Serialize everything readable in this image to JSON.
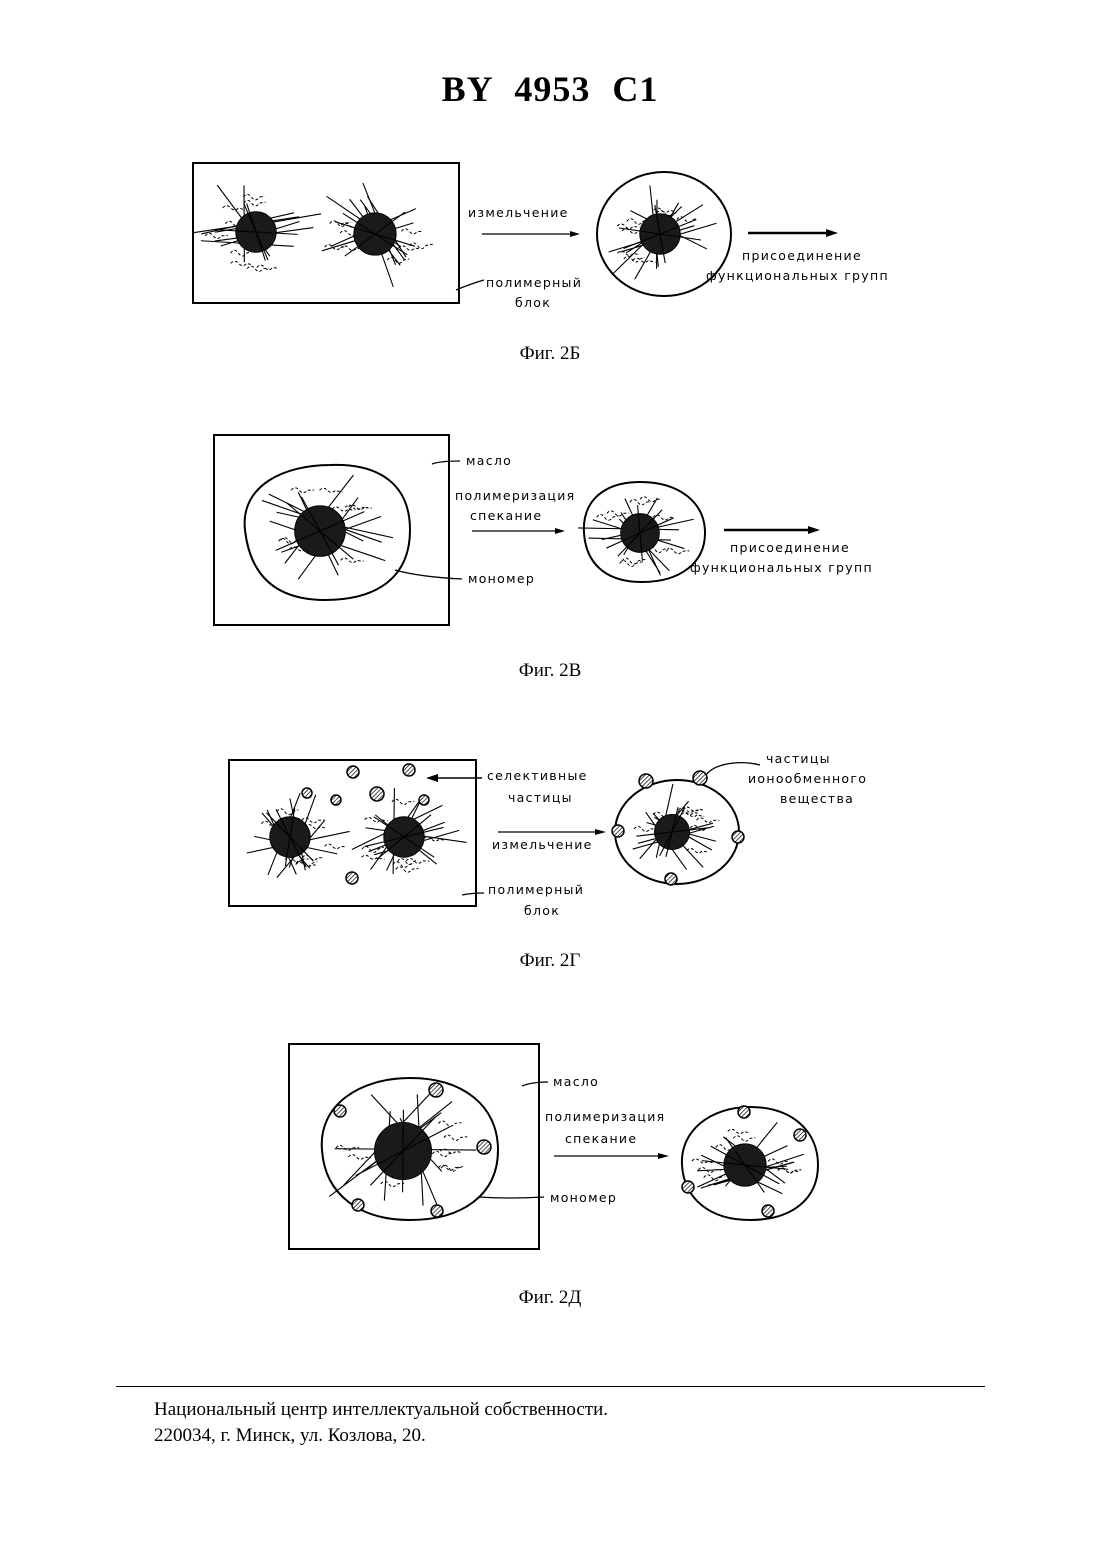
{
  "header": {
    "title": "BY 4953 C1"
  },
  "figures": [
    {
      "caption": "Фиг. 2Б",
      "labels": {
        "arrow1": "измельчение",
        "arrow2_line1": "присоединение",
        "arrow2_line2": "функциональных групп",
        "block_line1": "полимерный",
        "block_line2": "блок"
      }
    },
    {
      "caption": "Фиг. 2В",
      "labels": {
        "oil": "масло",
        "process_line1": "полимеризация",
        "process_line2": "спекание",
        "arrow2_line1": "присоединение",
        "arrow2_line2": "функциональных групп",
        "monomer": "мономер"
      }
    },
    {
      "caption": "Фиг. 2Г",
      "labels": {
        "selective_line1": "селективные",
        "selective_line2": "частицы",
        "arrow1": "измельчение",
        "block_line1": "полимерный",
        "block_line2": "блок",
        "ion_line1": "частицы",
        "ion_line2": "ионообменного",
        "ion_line3": "вещества"
      }
    },
    {
      "caption": "Фиг. 2Д",
      "labels": {
        "oil": "масло",
        "process_line1": "полимеризация",
        "process_line2": "спекание",
        "monomer": "мономер"
      }
    }
  ],
  "footer": {
    "line1": "Национальный центр интеллектуальной собственности.",
    "line2": "220034, г. Минск, ул. Козлова, 20."
  }
}
